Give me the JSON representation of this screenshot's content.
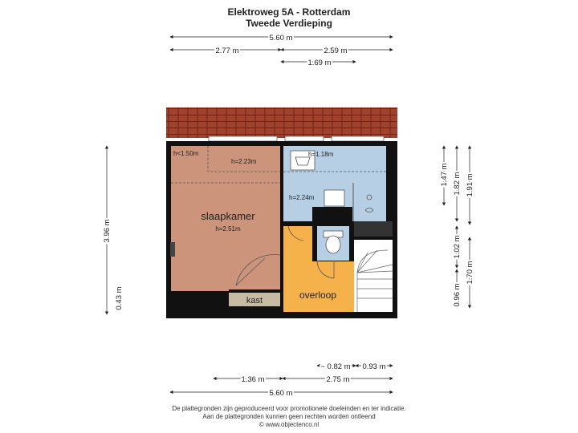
{
  "title": {
    "line1": "Elektroweg 5A - Rotterdam",
    "line2": "Tweede Verdieping"
  },
  "footer": {
    "line1": "De plattegronden zijn geproduceerd voor promotionele doeleinden en ter indicatie.",
    "line2": "Aan de plattegronden kunnen geen rechten worden ontleend",
    "line3": "© www.objectenco.nl"
  },
  "rooms": {
    "slaapkamer": {
      "name": "slaapkamer",
      "height": "h=2.51m"
    },
    "kast": {
      "name": "kast"
    },
    "overloop": {
      "name": "overloop"
    },
    "low_zone": "h<1.50m",
    "slope_height": "h=2.23m",
    "bath_height_top": "h=1.18m",
    "bath_height": "h=2.24m"
  },
  "dimensions": {
    "top_total": "5.60 m",
    "top_left": "2.77 m",
    "top_right": "2.59 m",
    "top_sub": "1.69 m",
    "left_height": "3.96 m",
    "left_small": "0.43 m",
    "right_1": "1.47 m",
    "right_2": "1.82 m",
    "right_3": "1.91 m",
    "right_4": "1.02 m",
    "right_5": "0.96 m",
    "right_6": "1.70 m",
    "bottom_a": "~ 0.82 m",
    "bottom_b": "0.93 m",
    "bottom_left": "1.36 m",
    "bottom_right": "2.75 m",
    "bottom_total": "5.60 m"
  },
  "colors": {
    "roof": "#a0412d",
    "bedroom": "#cc947a",
    "bathroom": "#b7cfe5",
    "landing": "#f6b24a",
    "closet": "#c8bba3",
    "wall": "#111111"
  }
}
